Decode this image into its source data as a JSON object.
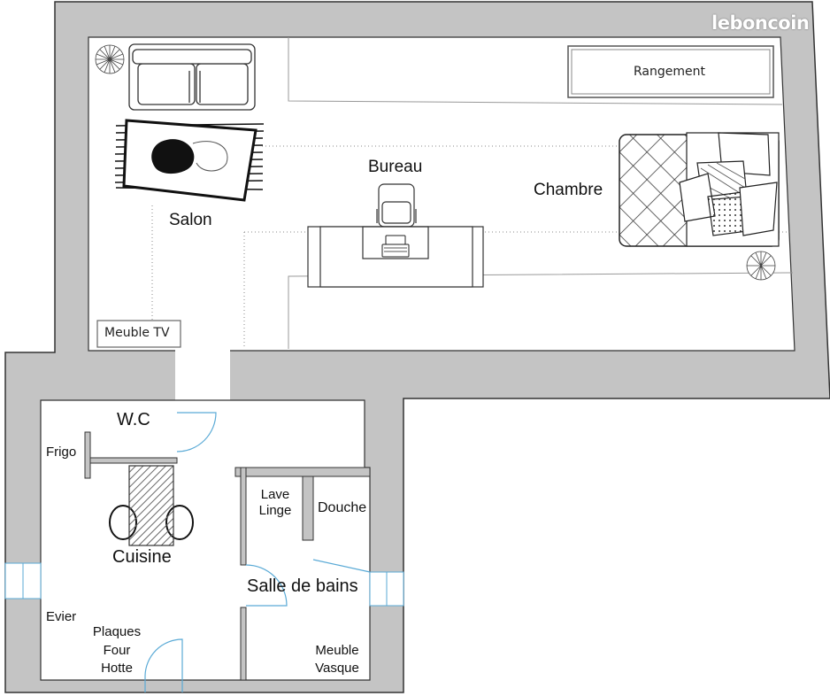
{
  "brand": "leboncoin",
  "rooms": {
    "salon": "Salon",
    "bureau": "Bureau",
    "chambre": "Chambre",
    "wc": "W.C",
    "cuisine": "Cuisine",
    "salle_de_bains": "Salle de bains",
    "douche": "Douche"
  },
  "furniture": {
    "rangement": "Rangement",
    "meuble_tv": "Meuble TV",
    "frigo": "Frigo",
    "lave_linge": [
      "Lave",
      "Linge"
    ],
    "evier": "Evier",
    "plaques": [
      "Plaques",
      "Four",
      "Hotte"
    ],
    "meuble_vasque": [
      "Meuble",
      "Vasque"
    ]
  },
  "colors": {
    "wall": "#c4c4c4",
    "wall_outline": "#333333",
    "floor": "#ffffff",
    "door_swing": "#5aaad6"
  }
}
